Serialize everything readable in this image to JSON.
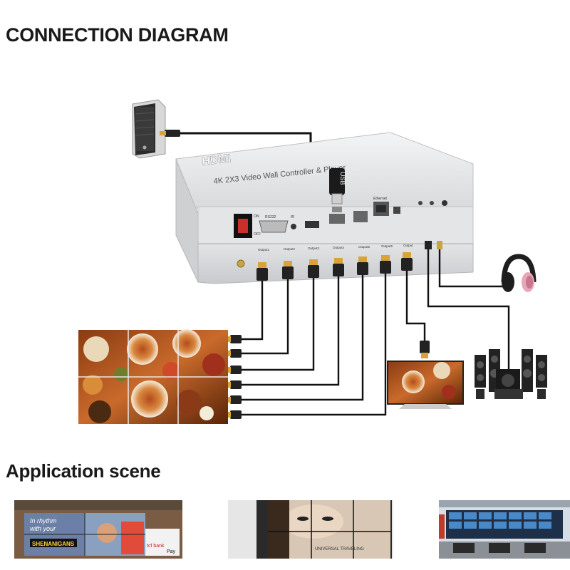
{
  "diagram_title": "CONNECTION DIAGRAM",
  "application_title": "Application scene",
  "device": {
    "brand": "HDMI",
    "model": "4K 2X3 Video Wall Controller & Player",
    "usb_label": "USB",
    "panel_labels": {
      "power_on": "ON",
      "power_off": "OFF",
      "rs232": "RS232",
      "ir": "IR",
      "ethernet": "Ethernet",
      "output1": "Output1",
      "output2": "Output2",
      "output3": "Output3",
      "output4": "Output4",
      "output5": "Output5",
      "output6": "Output6",
      "loop": "Output"
    }
  },
  "scenes": {
    "retail_text_1": "In rhythm",
    "retail_text_2": "with your",
    "retail_text_3": "SHENANIGANS",
    "retail_brand": "tcf bank",
    "retail_pay": "Pay",
    "beauty_text": "UNIVERSAL TRAVELING"
  },
  "colors": {
    "device_top": "#e8e9ea",
    "device_front": "#d9dadc",
    "cable": "#111111",
    "accent_pink": "#e9a6b8",
    "text_dark": "#1a1a1a"
  }
}
